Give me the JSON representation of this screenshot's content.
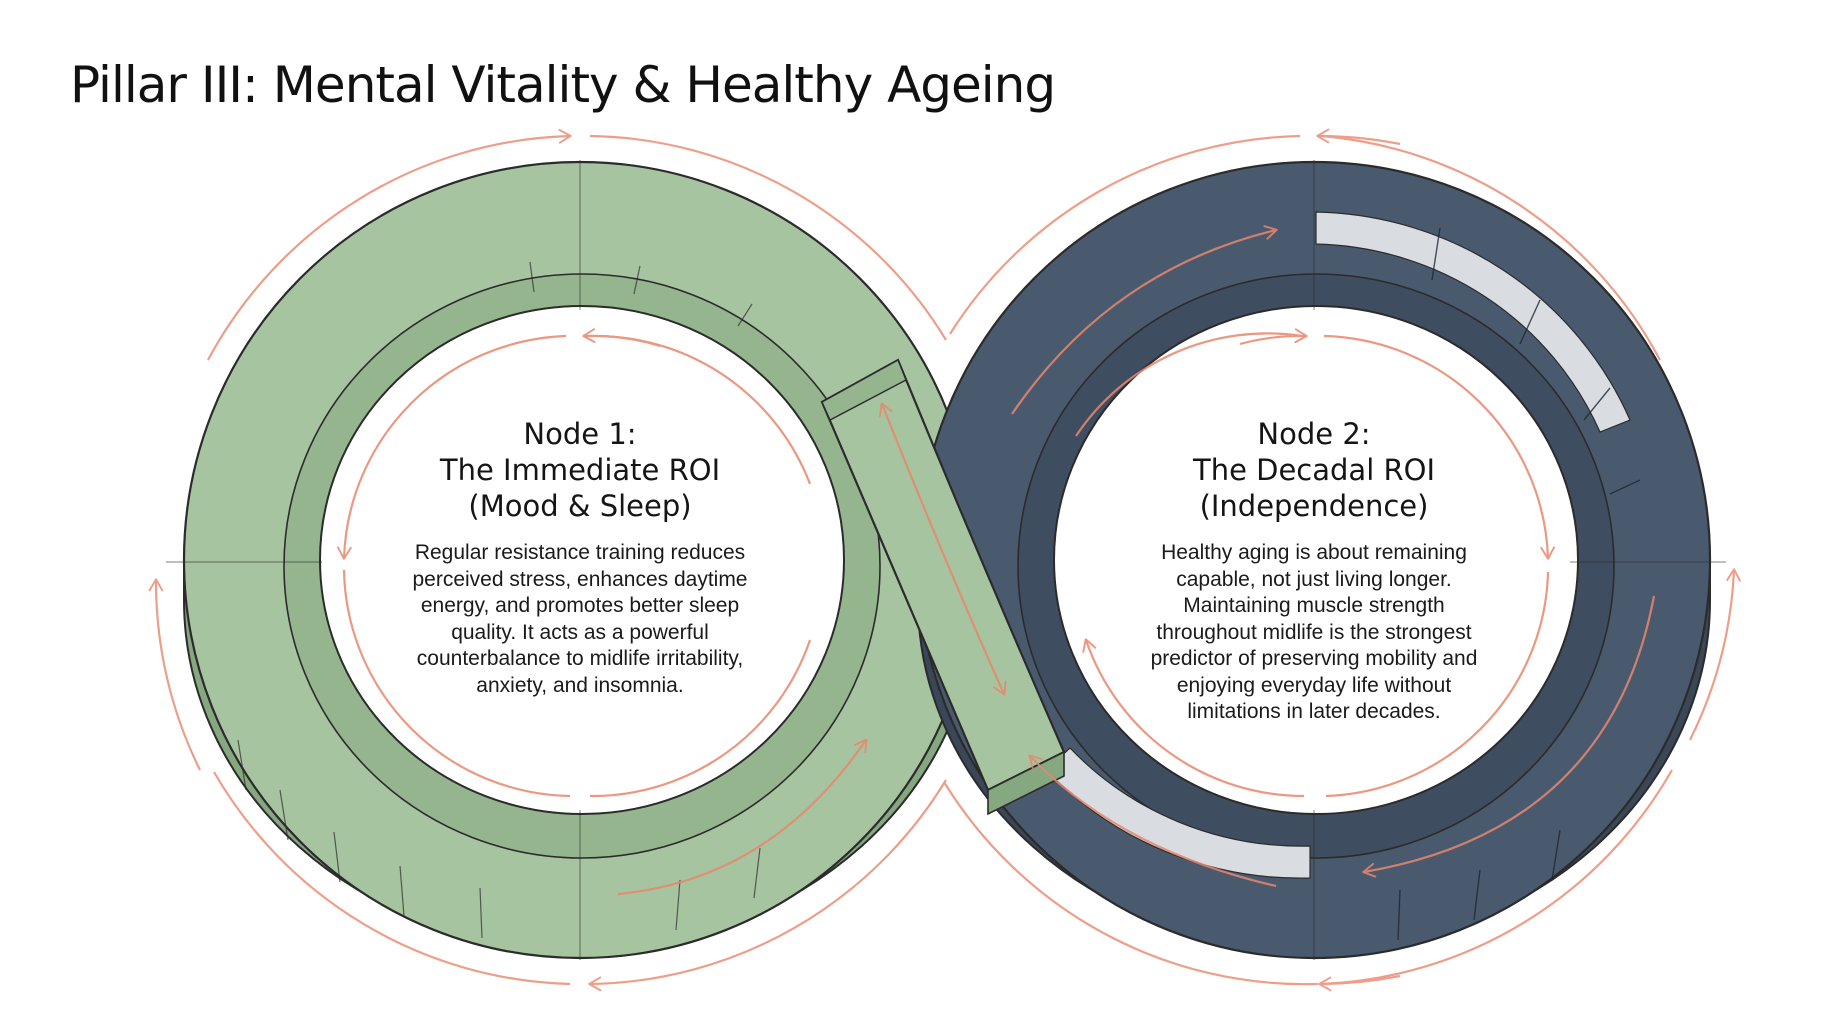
{
  "title": "Pillar III: Mental Vitality & Healthy Ageing",
  "colors": {
    "green_ring": "#a7c4a0",
    "green_ring_inner": "#94b58e",
    "navy_ring": "#4a5a6e",
    "navy_ring_inner": "#3e4d60",
    "arrow": "#e8876d",
    "outline": "#2b2b2b",
    "background": "#ffffff"
  },
  "nodes": [
    {
      "title_line1": "Node 1:",
      "title_line2": "The Immediate ROI",
      "title_line3": "(Mood & Sleep)",
      "body": [
        "Regular resistance training reduces",
        "perceived stress, enhances daytime",
        "energy, and promotes better sleep",
        "quality. It acts as a powerful",
        "counterbalance to midlife irritability,",
        "anxiety, and insomnia."
      ]
    },
    {
      "title_line1": "Node 2:",
      "title_line2": "The Decadal ROI",
      "title_line3": "(Independence)",
      "body": [
        "Healthy aging is about remaining",
        "capable, not just living longer.",
        "Maintaining muscle strength",
        "throughout midlife is the strongest",
        "predictor of preserving mobility and",
        "enjoying everyday life without",
        "limitations in later decades."
      ]
    }
  ],
  "icons": {
    "flow_arrows": "circular-arrow-icon",
    "crossing_arrow": "double-arrow-icon"
  }
}
